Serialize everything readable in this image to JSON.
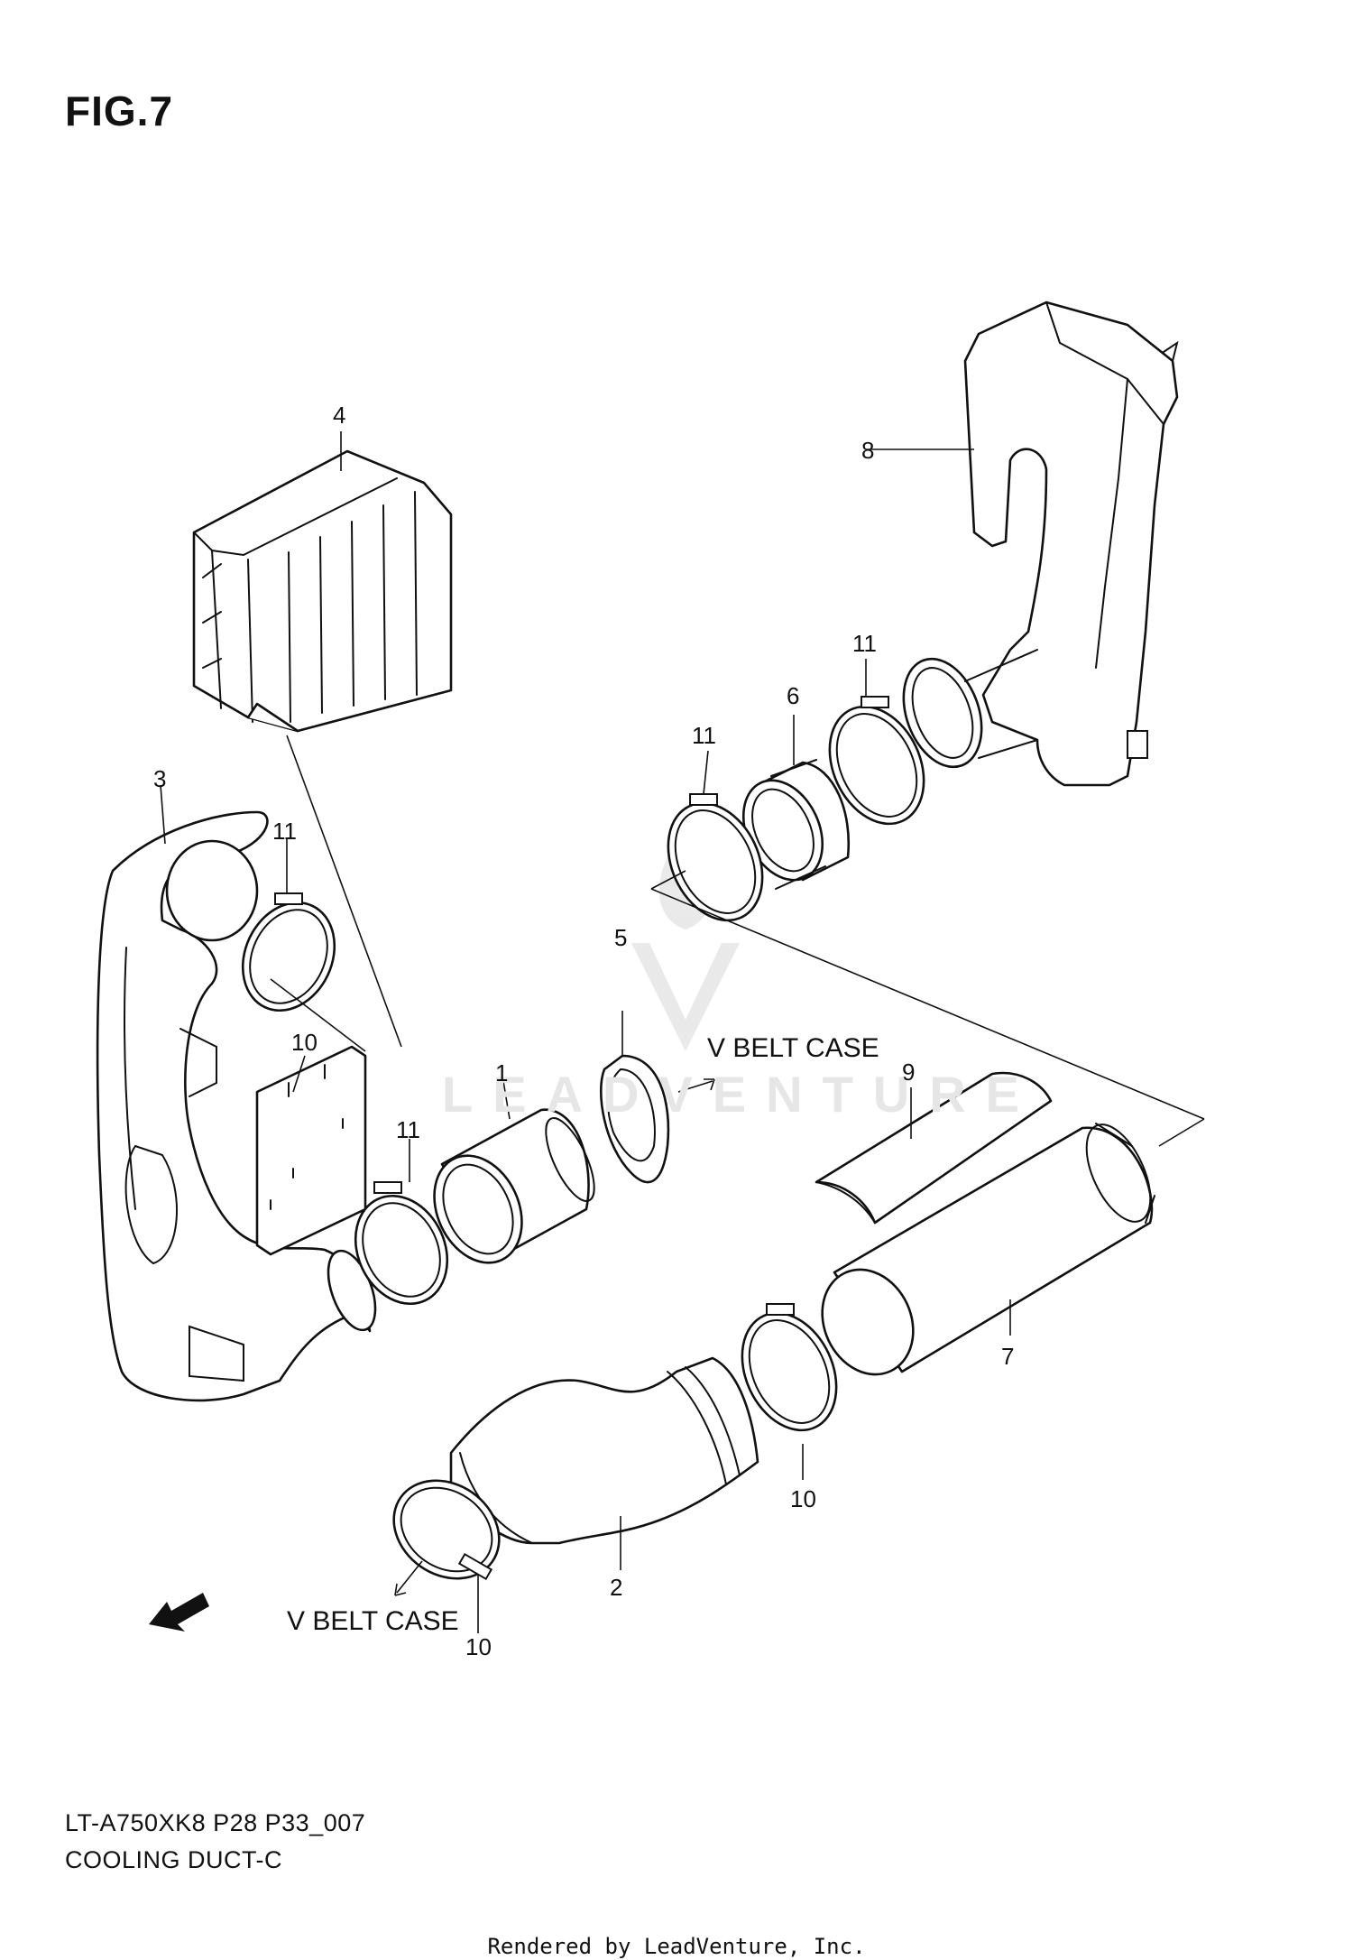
{
  "figure": {
    "title": "FIG.7",
    "footer_line1": "LT-A750XK8 P28 P33_007",
    "footer_line2": "COOLING DUCT-C",
    "credit": "Rendered by LeadVenture, Inc.",
    "watermark": "LEADVENTURE"
  },
  "destinations": {
    "upper": "V BELT CASE",
    "lower": "V BELT CASE"
  },
  "callouts": {
    "c1": "1",
    "c2": "2",
    "c3": "3",
    "c4": "4",
    "c5": "5",
    "c6": "6",
    "c7": "7",
    "c8": "8",
    "c9": "9",
    "c10a": "10",
    "c10b": "10",
    "c10c": "10",
    "c11a": "11",
    "c11b": "11",
    "c11c": "11",
    "c11d": "11"
  },
  "icons": {
    "fwd_arrow": "fwd-arrow-icon",
    "logo": "leadventure-logo-icon"
  }
}
